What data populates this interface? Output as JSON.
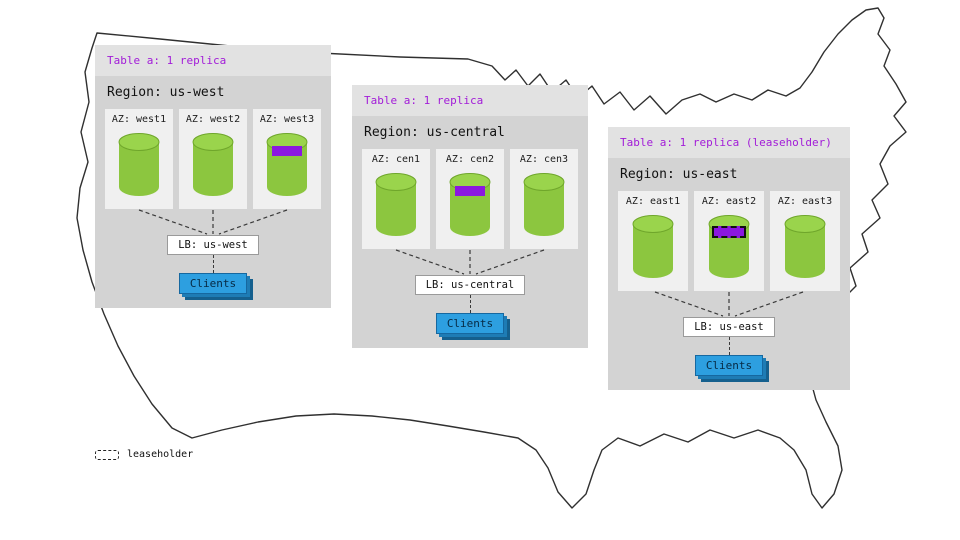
{
  "legend": {
    "label": "leaseholder"
  },
  "regions": [
    {
      "table_label": "Table a: 1 replica",
      "title": "Region: us-west",
      "azs": [
        {
          "label": "AZ: west1",
          "patch": "none"
        },
        {
          "label": "AZ: west2",
          "patch": "none"
        },
        {
          "label": "AZ: west3",
          "patch": "solid"
        }
      ],
      "lb_label": "LB: us-west",
      "clients_label": "Clients"
    },
    {
      "table_label": "Table a: 1 replica",
      "title": "Region: us-central",
      "azs": [
        {
          "label": "AZ: cen1",
          "patch": "none"
        },
        {
          "label": "AZ: cen2",
          "patch": "solid"
        },
        {
          "label": "AZ: cen3",
          "patch": "none"
        }
      ],
      "lb_label": "LB: us-central",
      "clients_label": "Clients"
    },
    {
      "table_label": "Table a: 1 replica (leaseholder)",
      "title": "Region: us-east",
      "azs": [
        {
          "label": "AZ: east1",
          "patch": "none"
        },
        {
          "label": "AZ: east2",
          "patch": "leaseholder"
        },
        {
          "label": "AZ: east3",
          "patch": "none"
        }
      ],
      "lb_label": "LB: us-east",
      "clients_label": "Clients"
    }
  ],
  "colors": {
    "accent_purple": "#A21CD8",
    "patch_purple": "#8B17E0",
    "cylinder_green": "#8CC63F",
    "cylinder_green_top": "#9AD44C",
    "cylinder_green_edge": "#6FA62B",
    "clients_blue": "#2D9FE0",
    "clients_blue_dark": "#1E7CB5",
    "card_gray": "#D3D3D3",
    "card_header_gray": "#E2E2E2",
    "az_gray": "#F0F0F0",
    "line_dark": "#3A3A3A"
  }
}
